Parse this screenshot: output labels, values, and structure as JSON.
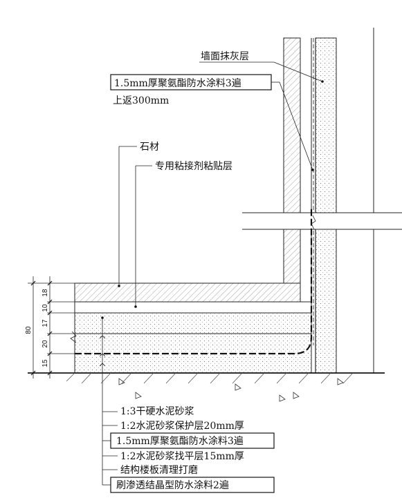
{
  "diagram": {
    "labels": {
      "wall_plaster": "墙面抹灰层",
      "wall_waterproof": "1.5mm厚聚氨酯防水涂料3遍",
      "upturn": "上返300mm",
      "stone": "石材",
      "adhesive": "专用粘接剂粘贴层"
    },
    "bottom_labels": [
      "1:3干硬水泥砂浆",
      "1:2水泥砂浆保护层20mm厚",
      "1.5mm厚聚氨酯防水涂料3遍",
      "1:2水泥砂浆找平层15mm厚",
      "结构楼板清理打磨",
      "刷渗透结晶型防水涂料2遍"
    ],
    "dimensions": {
      "total": "80",
      "layers": [
        "18",
        "10",
        "17",
        "20",
        "15"
      ]
    }
  }
}
